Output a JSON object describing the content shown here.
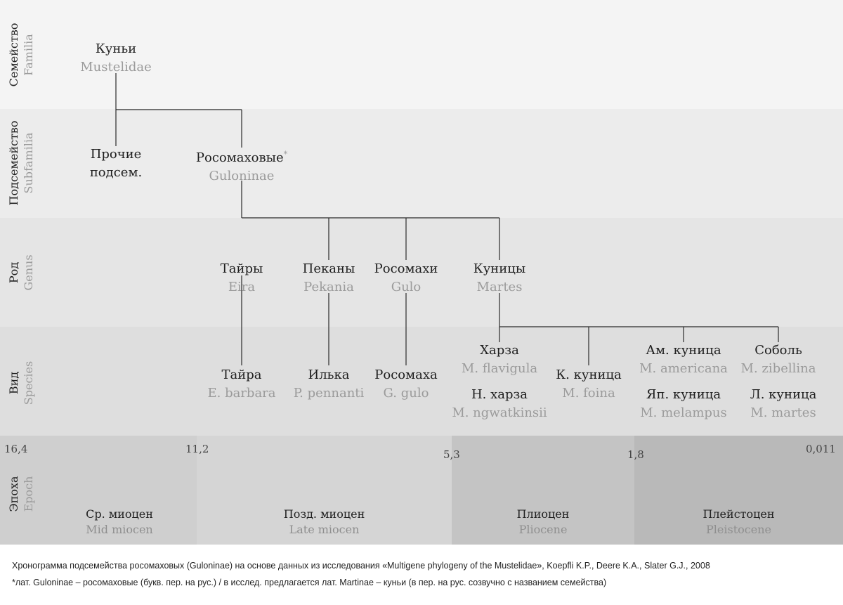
{
  "rows": {
    "familia": {
      "ru": "Семейство",
      "la": "Familia"
    },
    "subfamilia": {
      "ru": "Подсемейство",
      "la": "Subfamilia"
    },
    "genus": {
      "ru": "Род",
      "la": "Genus"
    },
    "species": {
      "ru": "Вид",
      "la": "Species"
    },
    "epoch": {
      "ru": "Эпоха",
      "la": "Epoch"
    }
  },
  "nodes": {
    "mustelidae": {
      "ru": "Куньи",
      "la": "Mustelidae"
    },
    "other_subfam": {
      "ru_line1": "Прочие",
      "ru_line2": "подсем."
    },
    "guloninae": {
      "ru": "Росомаховые",
      "mark": "*",
      "la": "Guloninae"
    },
    "eira": {
      "ru": "Тайры",
      "la": "Eira"
    },
    "pekania": {
      "ru": "Пеканы",
      "la": "Pekania"
    },
    "gulo": {
      "ru": "Росомахи",
      "la": "Gulo"
    },
    "martes": {
      "ru": "Куницы",
      "la": "Martes"
    },
    "e_barbara": {
      "ru": "Тайра",
      "la": "E. barbara"
    },
    "p_pennanti": {
      "ru": "Илька",
      "la": "P. pennanti"
    },
    "g_gulo": {
      "ru": "Росомаха",
      "la": "G. gulo"
    },
    "m_flavigula": {
      "ru": "Харза",
      "la": "M. flavigula"
    },
    "m_ngwatkinsii": {
      "ru": "Н. харза",
      "la": "M. ngwatkinsii"
    },
    "m_foina": {
      "ru": "К. куница",
      "la": "M. foina"
    },
    "m_americana": {
      "ru": "Ам. куница",
      "la": "M. americana"
    },
    "m_melampus": {
      "ru": "Яп. куница",
      "la": "M. melampus"
    },
    "m_zibellina": {
      "ru": "Соболь",
      "la": "M. zibellina"
    },
    "m_martes": {
      "ru": "Л. куница",
      "la": "M. martes"
    }
  },
  "epochs": [
    {
      "ru": "Ср. миоцен",
      "la": "Mid miocen",
      "color": "#cfcfcf"
    },
    {
      "ru": "Позд. миоцен",
      "la": "Late miocen",
      "color": "#d5d5d5"
    },
    {
      "ru": "Плиоцен",
      "la": "Pliocene",
      "color": "#c4c4c4"
    },
    {
      "ru": "Плейстоцен",
      "la": "Pleistocene",
      "color": "#b9b9b9"
    }
  ],
  "ticks": [
    "16,4",
    "11,2",
    "5,3",
    "1,8",
    "0,011"
  ],
  "caption": {
    "line1": "Хронограмма подсемейства росомаховых (Guloninae) на основе данных из исследования «Multigene phylogeny of the Mustelidae», Koepfli K.P., Deere K.A., Slater G.J., 2008",
    "line2": "*лат. Guloninae – росомаховые (букв. пер. на рус.)  / в исслед. предлагается лат. Martinae – куньи (в пер. на рус. созвучно с названием семейства)"
  },
  "colors": {
    "band_familia": "#f4f4f4",
    "band_subfamilia": "#ececec",
    "band_genus": "#e5e5e5",
    "band_species": "#dedede",
    "line": "#2a2a2a"
  }
}
